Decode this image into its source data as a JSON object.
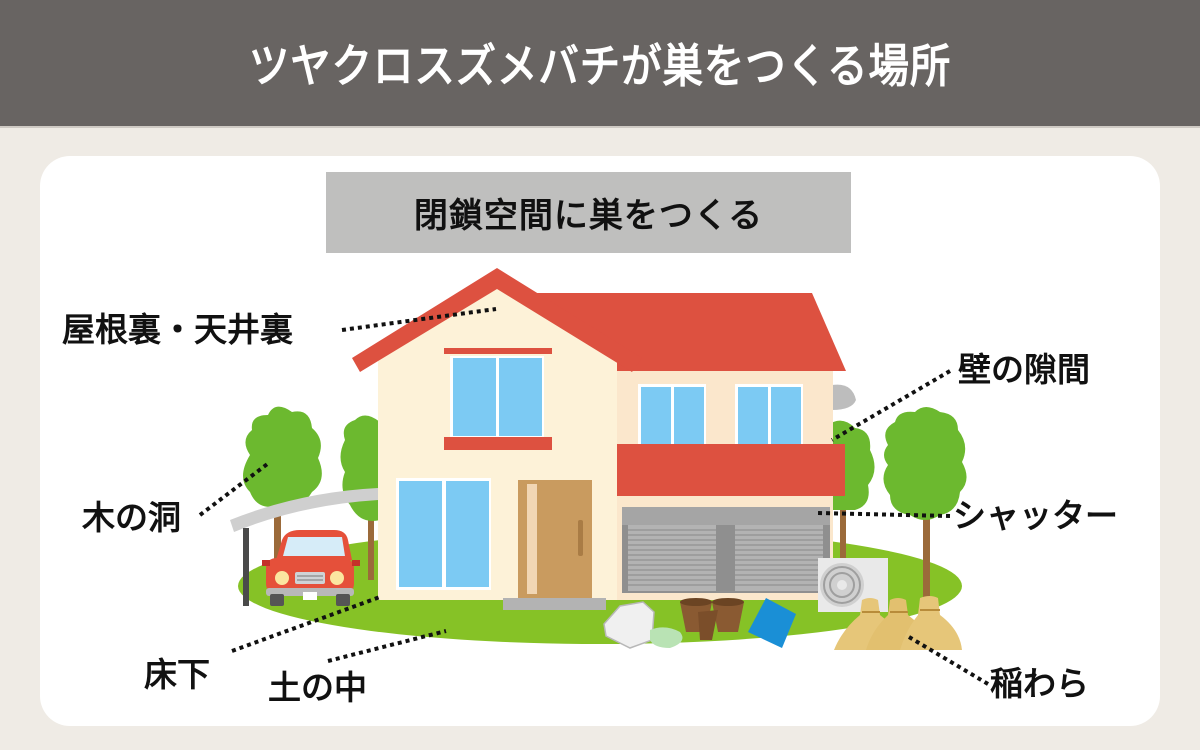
{
  "header": {
    "title": "ツヤクロスズメバチが巣をつくる場所"
  },
  "subtitle": {
    "text": "閉鎖空間に巣をつくる"
  },
  "labels": {
    "attic": "屋根裏・天井裏",
    "tree_hollow": "木の洞",
    "under_floor": "床下",
    "underground": "土の中",
    "wall_gap": "壁の隙間",
    "shutter": "シャッター",
    "rice_straw": "稲わら"
  },
  "colors": {
    "header_bg": "#686462",
    "page_bg": "#efebe5",
    "card_bg": "#ffffff",
    "subtitle_bg": "#bfbfbe",
    "roof": "#dd5140",
    "wall": "#fdf2d8",
    "window": "#7ccaf3",
    "grass": "#86c226",
    "tree": "#6cb92f",
    "trunk": "#9b6a3a",
    "car": "#e5503a",
    "door": "#c99b5f",
    "shutter": "#9a9a9a",
    "straw": "#e6c679"
  }
}
